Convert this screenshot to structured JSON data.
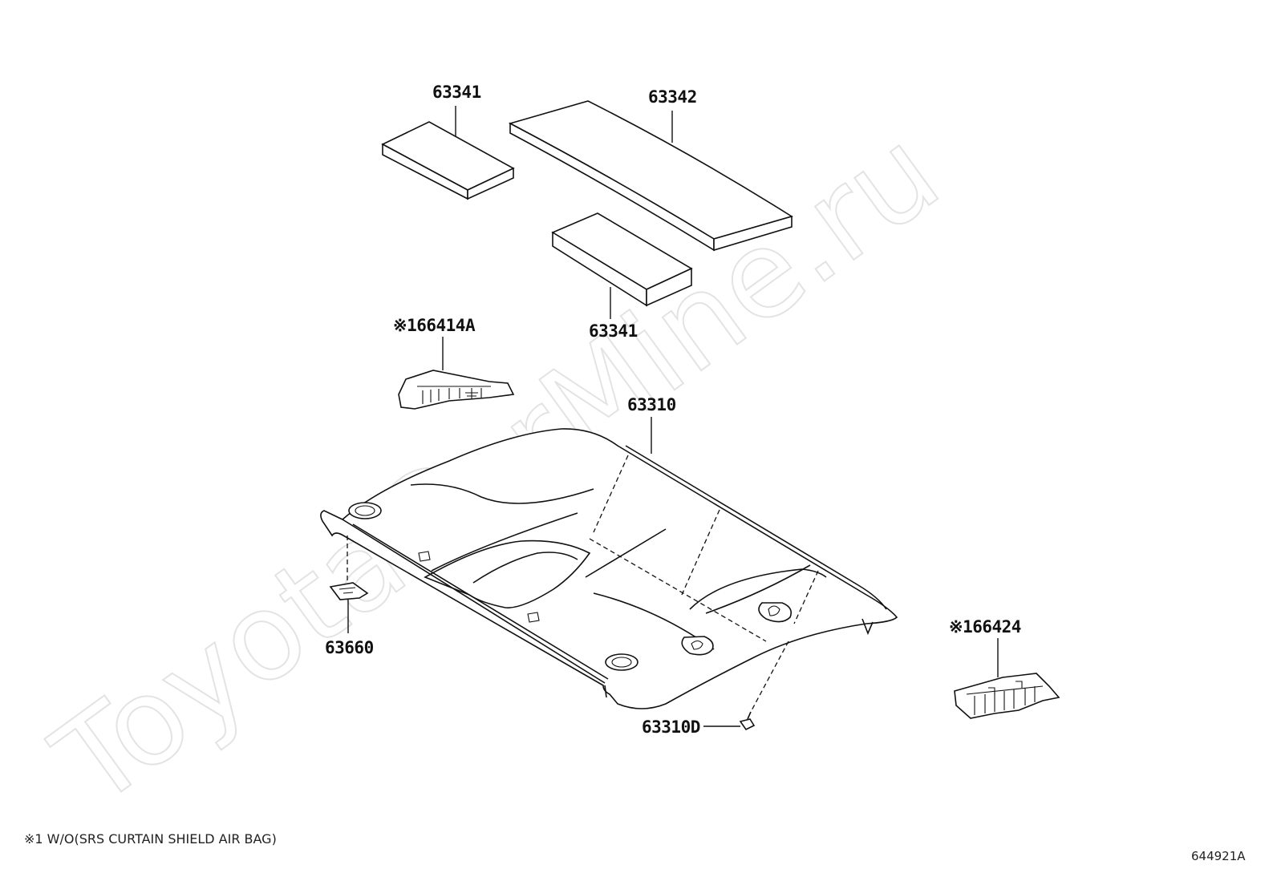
{
  "watermark": "ToyotaCarMine.ru",
  "parts": {
    "pad_front": "63341",
    "pad_long": "63342",
    "pad_rear": "63341",
    "bracket_left": "※166414A",
    "headliner": "63310",
    "holder": "63660",
    "bracket_right": "※166424",
    "clip": "63310D"
  },
  "footnote": "※1 W/O(SRS CURTAIN SHIELD AIR BAG)",
  "diagram_code": "644921A"
}
